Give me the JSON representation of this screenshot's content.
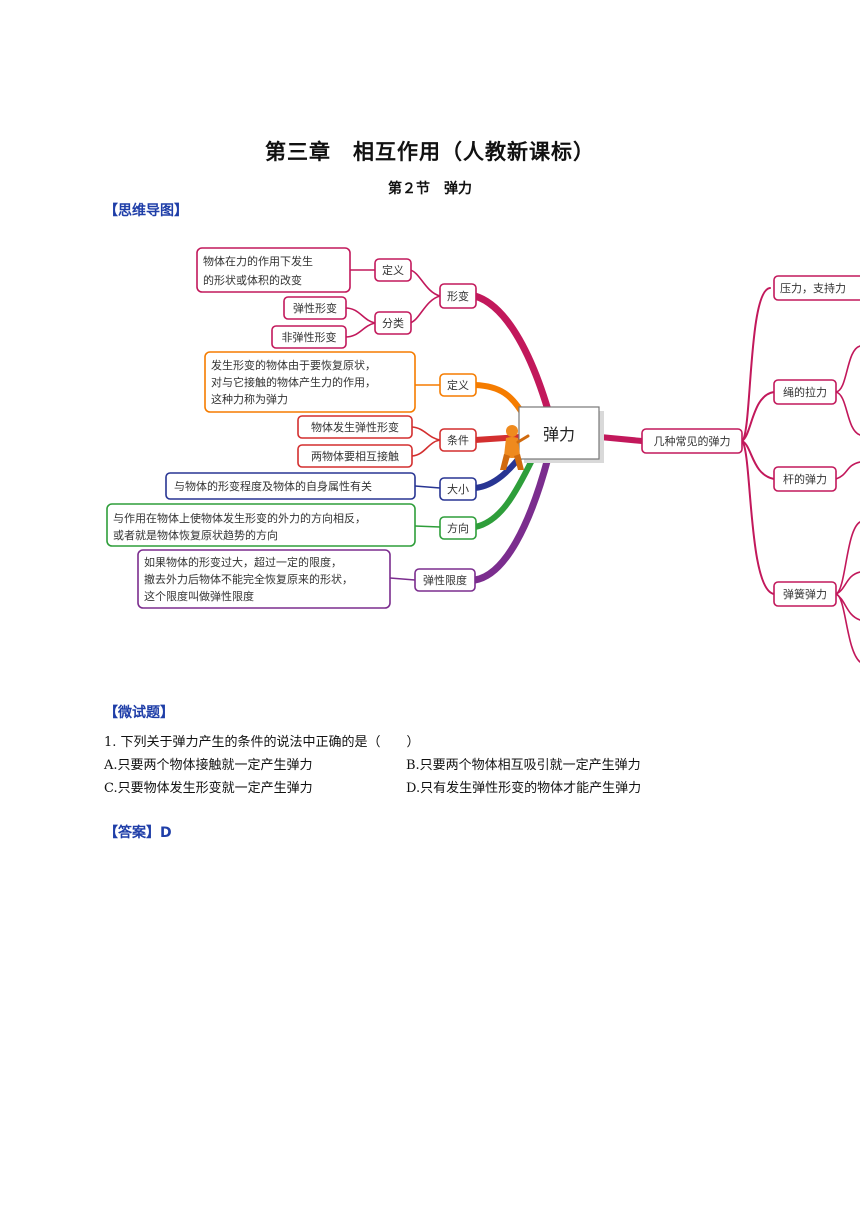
{
  "doc": {
    "title": "第三章　相互作用（人教新课标）",
    "subtitle": "第２节　弹力"
  },
  "sections": {
    "mindmap_heading": "【思维导图】",
    "quiz_heading": "【微试题】",
    "answer_heading": "【答案】D"
  },
  "mindmap": {
    "center": "弹力",
    "deformation": {
      "label": "形变",
      "definition_label": "定义",
      "definition_text": [
        "物体在力的作用下发生",
        "的形状或体积的改变"
      ],
      "classification_label": "分类",
      "elastic": "弹性形变",
      "inelastic": "非弹性形变"
    },
    "definition": {
      "label": "定义",
      "text": [
        "发生形变的物体由于要恢复原状，",
        "对与它接触的物体产生力的作用，",
        "这种力称为弹力"
      ]
    },
    "conditions": {
      "label": "条件",
      "item1": "物体发生弹性形变",
      "item2": "两物体要相互接触"
    },
    "magnitude": {
      "label": "大小",
      "text": "与物体的形变程度及物体的自身属性有关"
    },
    "direction": {
      "label": "方向",
      "text": [
        "与作用在物体上使物体发生形变的外力的方向相反，",
        "或者就是物体恢复原状趋势的方向"
      ]
    },
    "elastic_limit": {
      "label": "弹性限度",
      "text": [
        "如果物体的形变过大，超过一定的限度，",
        "撤去外力后物体不能完全恢复原来的形状，",
        "这个限度叫做弹性限度"
      ]
    },
    "common_forces": {
      "label": "几种常见的弹力",
      "pressure": "压力，支持力",
      "rope": "绳的拉力",
      "rod": "杆的弹力",
      "spring": "弹簧弹力"
    },
    "colors": {
      "crimson": "#c2185b",
      "orange": "#f57c00",
      "red": "#d32f2f",
      "navy": "#283593",
      "green": "#2e9e3a",
      "purple": "#7b2d8e"
    }
  },
  "quiz": {
    "question": "1.  下列关于弹力产生的条件的说法中正确的是（　　）",
    "option_a": "A.只要两个物体接触就一定产生弹力",
    "option_b": "B.只要两个物体相互吸引就一定产生弹力",
    "option_c": "C.只要物体发生形变就一定产生弹力",
    "option_d": "D.只有发生弹性形变的物体才能产生弹力"
  }
}
